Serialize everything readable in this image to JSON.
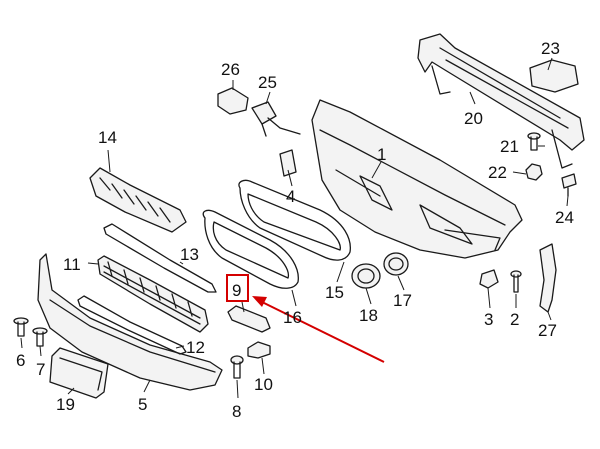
{
  "diagram": {
    "callouts": [
      "1",
      "2",
      "3",
      "4",
      "5",
      "6",
      "7",
      "8",
      "9",
      "10",
      "11",
      "12",
      "13",
      "14",
      "15",
      "16",
      "17",
      "18",
      "19",
      "20",
      "21",
      "22",
      "23",
      "24",
      "25",
      "26",
      "27"
    ],
    "highlighted_callout": "9",
    "highlight_color": "#d40000",
    "line_color": "#1a1a1a"
  }
}
